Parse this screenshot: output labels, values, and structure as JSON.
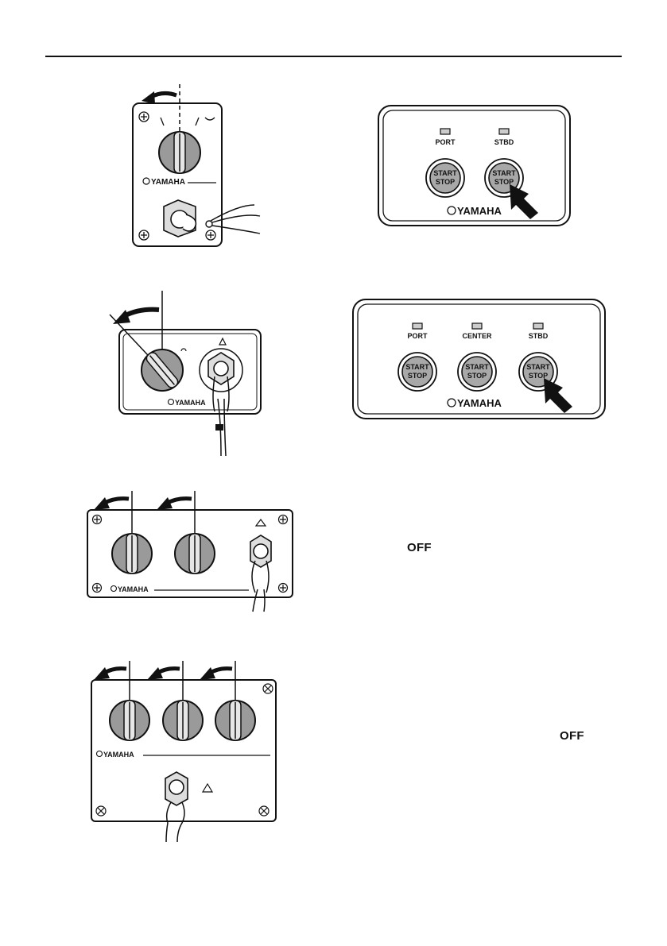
{
  "brand": "YAMAHA",
  "button_line1": "START",
  "button_line2": "STOP",
  "twin_panel": {
    "left": "PORT",
    "right": "STBD"
  },
  "triple_panel": {
    "left": "PORT",
    "center": "CENTER",
    "right": "STBD"
  },
  "text": {
    "off_1": "OFF",
    "off_2": "OFF"
  }
}
